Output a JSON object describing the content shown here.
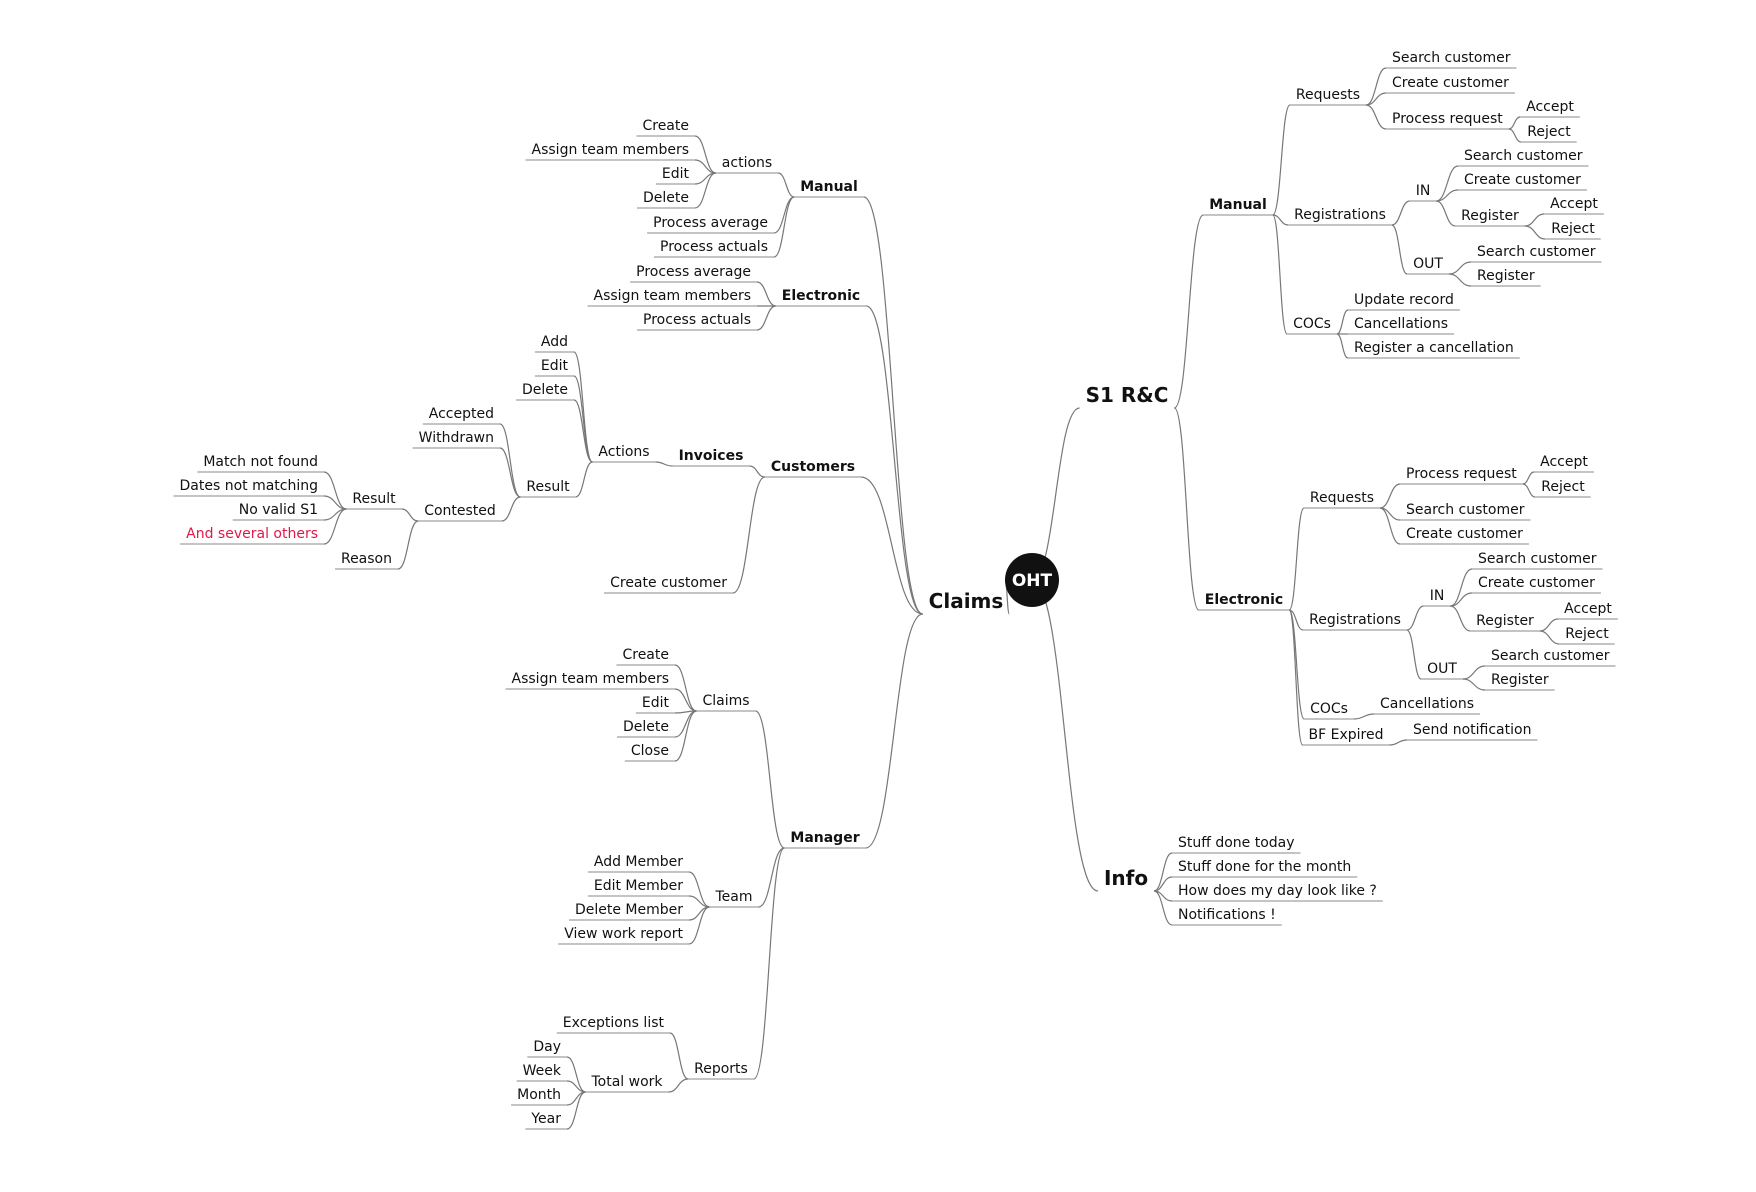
{
  "root": {
    "label": "OHT"
  },
  "left": [
    {
      "label": "Claims",
      "children": [
        {
          "label": "Manual",
          "children": [
            {
              "label": "actions",
              "children": [
                {
                  "label": "Create"
                },
                {
                  "label": "Assign team members"
                },
                {
                  "label": "Edit"
                },
                {
                  "label": "Delete"
                }
              ]
            },
            {
              "label": "Process average"
            },
            {
              "label": "Process actuals"
            }
          ]
        },
        {
          "label": "Electronic",
          "children": [
            {
              "label": "Process average"
            },
            {
              "label": "Assign team members"
            },
            {
              "label": "Process actuals"
            }
          ]
        },
        {
          "label": "Customers",
          "children": [
            {
              "label": "Invoices",
              "children": [
                {
                  "label": "Actions",
                  "children": [
                    {
                      "label": "Add"
                    },
                    {
                      "label": "Edit"
                    },
                    {
                      "label": "Delete"
                    },
                    {
                      "label": "Result",
                      "children": [
                        {
                          "label": "Accepted"
                        },
                        {
                          "label": "Withdrawn"
                        },
                        {
                          "label": "Contested",
                          "children": [
                            {
                              "label": "Result",
                              "children": [
                                {
                                  "label": "Match not found"
                                },
                                {
                                  "label": "Dates not matching"
                                },
                                {
                                  "label": "No valid S1"
                                },
                                {
                                  "label": "And several others",
                                  "color": "#e01848"
                                }
                              ]
                            },
                            {
                              "label": "Reason"
                            }
                          ]
                        }
                      ]
                    }
                  ]
                }
              ]
            },
            {
              "label": "Create customer"
            }
          ]
        },
        {
          "label": "Manager",
          "children": [
            {
              "label": "Claims",
              "children": [
                {
                  "label": "Create"
                },
                {
                  "label": "Assign team members"
                },
                {
                  "label": "Edit"
                },
                {
                  "label": "Delete"
                },
                {
                  "label": "Close"
                }
              ]
            },
            {
              "label": "Team",
              "children": [
                {
                  "label": "Add Member"
                },
                {
                  "label": "Edit Member"
                },
                {
                  "label": "Delete Member"
                },
                {
                  "label": "View work report"
                }
              ]
            },
            {
              "label": "Reports",
              "children": [
                {
                  "label": "Exceptions list"
                },
                {
                  "label": "Total work",
                  "children": [
                    {
                      "label": "Day"
                    },
                    {
                      "label": "Week"
                    },
                    {
                      "label": "Month"
                    },
                    {
                      "label": "Year"
                    }
                  ]
                }
              ]
            }
          ]
        }
      ]
    }
  ],
  "right": [
    {
      "label": "S1 R&C",
      "children": [
        {
          "label": "Manual",
          "children": [
            {
              "label": "Requests",
              "children": [
                {
                  "label": "Search customer"
                },
                {
                  "label": "Create customer"
                },
                {
                  "label": "Process request",
                  "children": [
                    {
                      "label": "Accept"
                    },
                    {
                      "label": "Reject"
                    }
                  ]
                }
              ]
            },
            {
              "label": "Registrations",
              "children": [
                {
                  "label": "IN",
                  "children": [
                    {
                      "label": "Search customer"
                    },
                    {
                      "label": "Create customer"
                    },
                    {
                      "label": "Register",
                      "children": [
                        {
                          "label": "Accept"
                        },
                        {
                          "label": "Reject"
                        }
                      ]
                    }
                  ]
                },
                {
                  "label": "OUT",
                  "children": [
                    {
                      "label": "Search customer"
                    },
                    {
                      "label": "Register"
                    }
                  ]
                }
              ]
            },
            {
              "label": "COCs",
              "children": [
                {
                  "label": "Update record"
                },
                {
                  "label": "Cancellations"
                },
                {
                  "label": "Register a cancellation"
                }
              ]
            }
          ]
        },
        {
          "label": "Electronic",
          "children": [
            {
              "label": "Requests",
              "children": [
                {
                  "label": "Process request",
                  "children": [
                    {
                      "label": "Accept"
                    },
                    {
                      "label": "Reject"
                    }
                  ]
                },
                {
                  "label": "Search customer"
                },
                {
                  "label": "Create customer"
                }
              ]
            },
            {
              "label": "Registrations",
              "children": [
                {
                  "label": "IN",
                  "children": [
                    {
                      "label": "Search customer"
                    },
                    {
                      "label": "Create customer"
                    },
                    {
                      "label": "Register",
                      "children": [
                        {
                          "label": "Accept"
                        },
                        {
                          "label": "Reject"
                        }
                      ]
                    }
                  ]
                },
                {
                  "label": "OUT",
                  "children": [
                    {
                      "label": "Search customer"
                    },
                    {
                      "label": "Register"
                    }
                  ]
                }
              ]
            },
            {
              "label": "COCs",
              "children": [
                {
                  "label": "Cancellations"
                }
              ]
            },
            {
              "label": "BF Expired",
              "children": [
                {
                  "label": "Send notification"
                }
              ]
            }
          ]
        }
      ]
    },
    {
      "label": "Info",
      "children": [
        {
          "label": "Stuff done today"
        },
        {
          "label": "Stuff done for the month"
        },
        {
          "label": "How does my day look like ?"
        },
        {
          "label": "Notifications !"
        }
      ]
    }
  ]
}
